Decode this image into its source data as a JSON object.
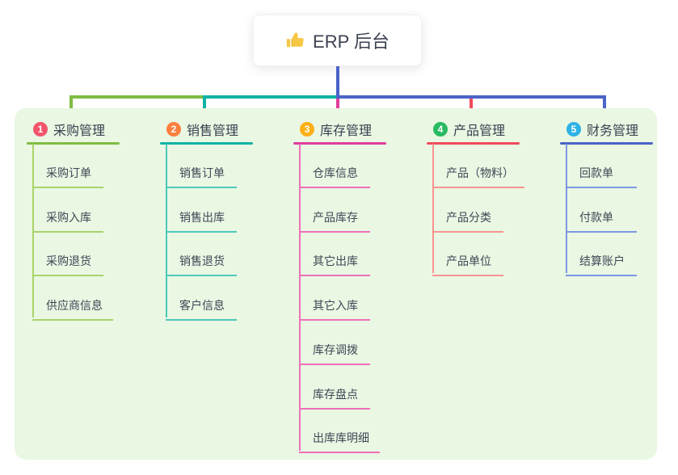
{
  "root": {
    "title": "ERP 后台",
    "icon": "thumbs-up-icon"
  },
  "colors": {
    "text": "#3a4150",
    "panel_bg": "#e9f7e3",
    "root_line": "#4a63c8",
    "connector_segments": {
      "left": "#7fbc42",
      "middle": "#0fb3a4",
      "right": "#4a63c8"
    },
    "branches": [
      {
        "badge": "#f1556c",
        "line": "#7fbc42",
        "child": "#a9d36a"
      },
      {
        "badge": "#fd7f3f",
        "line": "#0fb3a4",
        "child": "#4dc9ba"
      },
      {
        "badge": "#fcb016",
        "line": "#df3d9c",
        "child": "#f070b8"
      },
      {
        "badge": "#29ba62",
        "line": "#f04a5b",
        "child": "#f99390"
      },
      {
        "badge": "#30b3e4",
        "line": "#4a63c8",
        "child": "#7d97e2"
      }
    ]
  },
  "branches": [
    {
      "number": "1",
      "label": "采购管理",
      "children": [
        "采购订单",
        "采购入库",
        "采购退货",
        "供应商信息"
      ]
    },
    {
      "number": "2",
      "label": "销售管理",
      "children": [
        "销售订单",
        "销售出库",
        "销售退货",
        "客户信息"
      ]
    },
    {
      "number": "3",
      "label": "库存管理",
      "children": [
        "仓库信息",
        "产品库存",
        "其它出库",
        "其它入库",
        "库存调拨",
        "库存盘点",
        "出库库明细"
      ]
    },
    {
      "number": "4",
      "label": "产品管理",
      "children": [
        "产品（物料）",
        "产品分类",
        "产品单位"
      ]
    },
    {
      "number": "5",
      "label": "财务管理",
      "children": [
        "回款单",
        "付款单",
        "结算账户"
      ]
    }
  ]
}
